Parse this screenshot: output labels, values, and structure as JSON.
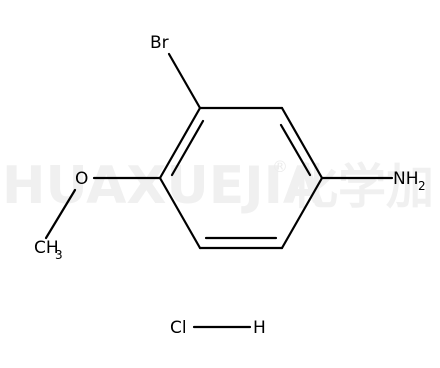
{
  "watermark": {
    "text": "HUAXUEJIA",
    "mark": "®",
    "cjk": "化学加"
  },
  "atoms": {
    "br": "Br",
    "o": "O",
    "ch3_main": "CH",
    "ch3_sub": "3",
    "nh2_main": "NH",
    "nh2_sub": "2",
    "cl": "Cl",
    "h": "H"
  },
  "colors": {
    "bond": "#000000",
    "label": "#000000",
    "watermark": "#f0f0f0"
  }
}
